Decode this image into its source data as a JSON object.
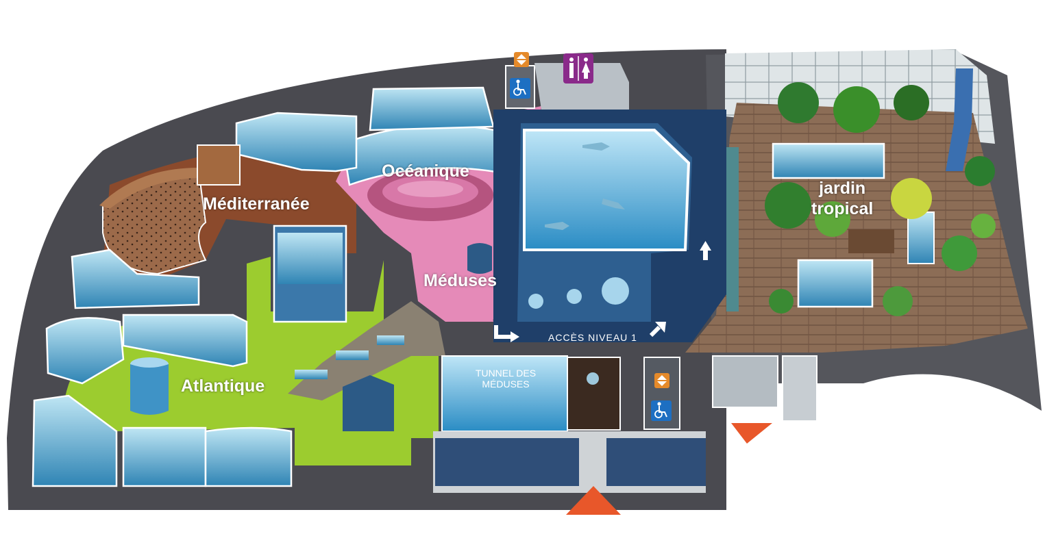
{
  "zones": {
    "oceanique": "Océanique",
    "mediterranee": "Méditerranée",
    "meduses": "Méduses",
    "atlantique": "Atlantique",
    "jardin_tropical": "jardin\ntropical"
  },
  "signs": {
    "acces_niveau": "ACCÈS NIVEAU 1",
    "tunnel_line1": "TUNNEL DES",
    "tunnel_line2": "MÉDUSES"
  },
  "icons": [
    "elevator-icon",
    "wheelchair-icon",
    "restroom-icon",
    "entrance-arrow-icon",
    "direction-arrow-icon"
  ],
  "colors": {
    "mediterranee_floor": "#8b4a2c",
    "oceanique_floor": "#e58ab8",
    "atlantique_floor": "#9ccc2f",
    "navy_floor": "#1f3f69",
    "jardin_deck": "#8c6d56",
    "entrance_arrow": "#e8572a",
    "outer_wall": "#4a4a50"
  }
}
